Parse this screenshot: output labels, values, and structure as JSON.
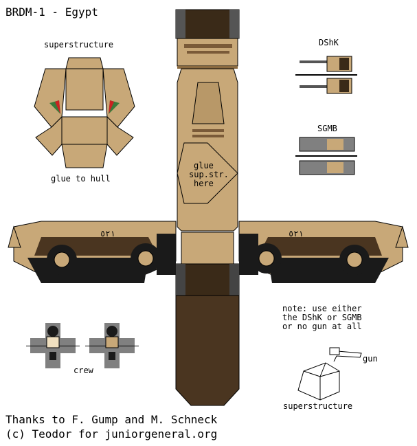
{
  "title": "BRDM-1 - Egypt",
  "labels": {
    "superstructure_top": "superstructure",
    "glue_to_hull": "glue to hull",
    "dshk": "DShK",
    "sgmb": "SGMB",
    "glue_sup_1": "glue",
    "glue_sup_2": "sup.str.",
    "glue_sup_3": "here",
    "note_1": "note: use either",
    "note_2": "the DShK or SGMB",
    "note_3": "or no gun at all",
    "crew": "crew",
    "gun": "gun",
    "superstructure_bottom": "superstructure",
    "hull_number": "٥٢١"
  },
  "credits": {
    "line1": "Thanks to F. Gump and M. Schneck",
    "line2": "(c) Teodor for juniorgeneral.org"
  },
  "colors": {
    "tan": "#c8a878",
    "dark_brown": "#3a2a18",
    "black": "#1a1a1a",
    "grey": "#808080",
    "green": "#3a7a3a",
    "red": "#cc2222"
  }
}
